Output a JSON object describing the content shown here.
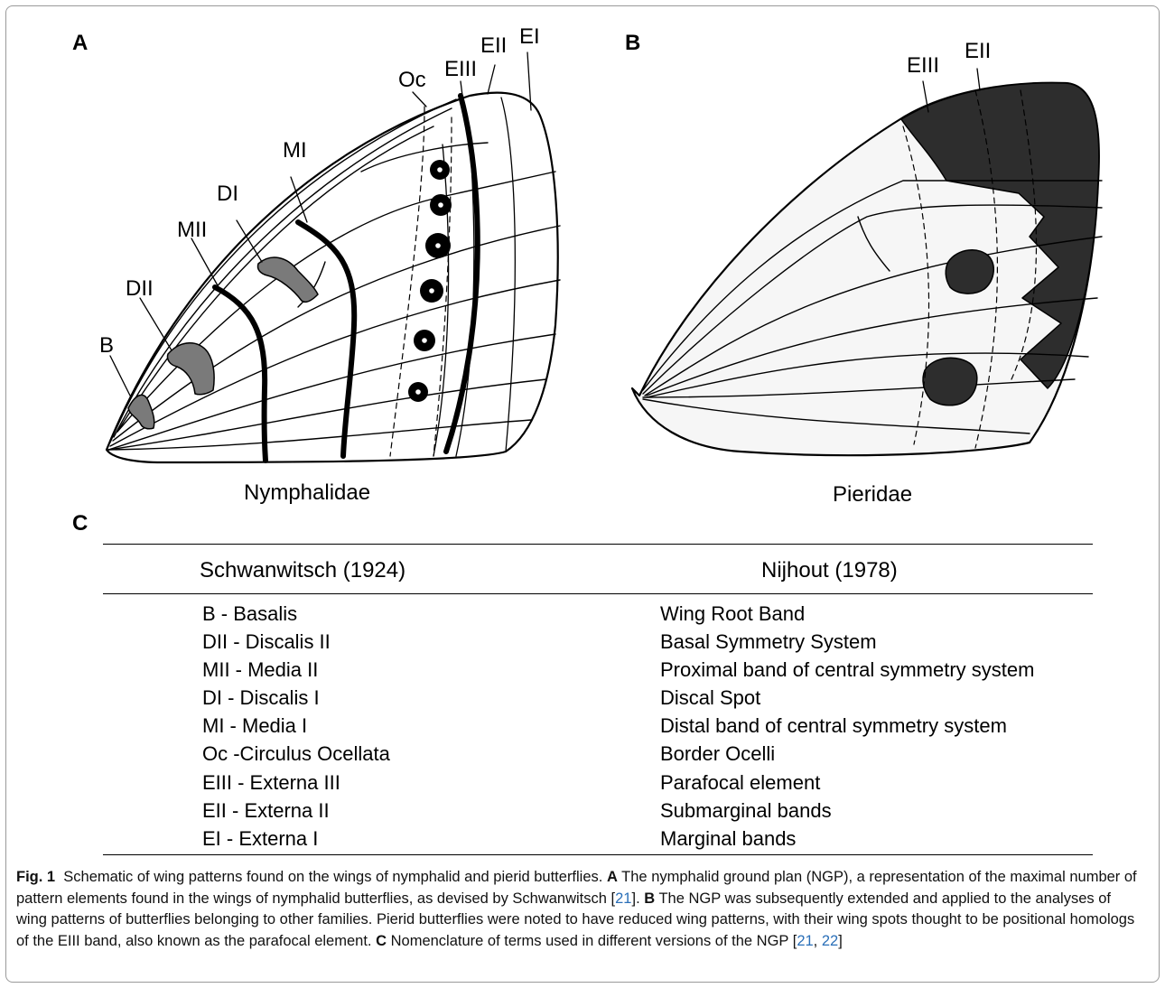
{
  "panels": {
    "a": "A",
    "b": "B",
    "c": "C"
  },
  "wing_a": {
    "family": "Nymphalidae",
    "labels": {
      "oc": "Oc",
      "eiii": "EIII",
      "eii": "EII",
      "ei": "EI",
      "mi": "MI",
      "di": "DI",
      "mii": "MII",
      "dii": "DII",
      "b": "B"
    }
  },
  "wing_b": {
    "family": "Pieridae",
    "labels": {
      "eiii": "EIII",
      "eii": "EII"
    }
  },
  "table": {
    "headers": [
      "Schwanwitsch (1924)",
      "Nijhout (1978)"
    ],
    "rows": [
      [
        "B - Basalis",
        "Wing Root Band"
      ],
      [
        "DII - Discalis II",
        "Basal Symmetry System"
      ],
      [
        "MII - Media II",
        "Proximal band of central symmetry system"
      ],
      [
        "DI - Discalis I",
        "Discal Spot"
      ],
      [
        "MI - Media I",
        "Distal band of central symmetry system"
      ],
      [
        "Oc -Circulus Ocellata",
        "Border Ocelli"
      ],
      [
        "EIII - Externa III",
        "Parafocal element"
      ],
      [
        "EII - Externa II",
        "Submarginal bands"
      ],
      [
        "EI - Externa I",
        "Marginal bands"
      ]
    ]
  },
  "caption": {
    "label": "Fig. 1",
    "intro": "Schematic of wing patterns found on the wings of nymphalid and pierid butterflies.",
    "a_label": "A",
    "a_text": "The nymphalid ground plan (NGP), a representation of the maximal number of pattern elements found in the wings of nymphalid butterflies, as devised by Schwanwitsch [",
    "a_ref": "21",
    "a_end": "].",
    "b_label": "B",
    "b_text": "The NGP was subsequently extended and applied to the analyses of wing patterns of butterflies belonging to other families. Pierid butterflies were noted to have reduced wing patterns, with their wing spots thought to be positional homologs of the EIII band, also known as the parafocal element.",
    "c_label": "C",
    "c_text": "Nomenclature of terms used in different versions of the NGP [",
    "c_ref1": "21",
    "c_sep": ", ",
    "c_ref2": "22",
    "c_end": "]"
  },
  "colors": {
    "band_gray": "#7a7a7a",
    "pierid_dark": "#2d2d2d",
    "pierid_fill": "#f6f6f6"
  }
}
